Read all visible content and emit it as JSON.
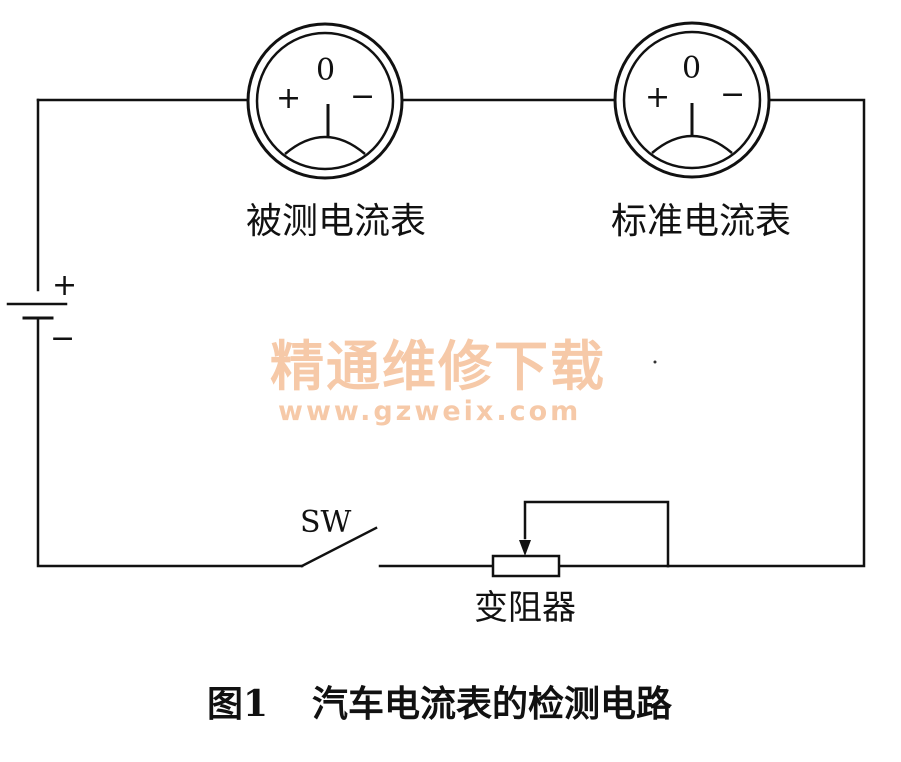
{
  "meters": {
    "under_test": {
      "label": "被测电流表",
      "zero": "0",
      "plus": "+",
      "minus": "−"
    },
    "standard": {
      "label": "标准电流表",
      "zero": "0",
      "plus": "+",
      "minus": "−"
    }
  },
  "battery": {
    "plus": "+",
    "minus": "−"
  },
  "switch": {
    "label": "SW"
  },
  "rheostat": {
    "label": "变阻器"
  },
  "watermark": {
    "title": "精通维修下载",
    "url": "www.gzweix.com",
    "color": "#f6c9a8"
  },
  "caption": {
    "figure": "图1",
    "title": "汽车电流表的检测电路"
  },
  "colors": {
    "line": "#111111",
    "background": "#ffffff"
  }
}
